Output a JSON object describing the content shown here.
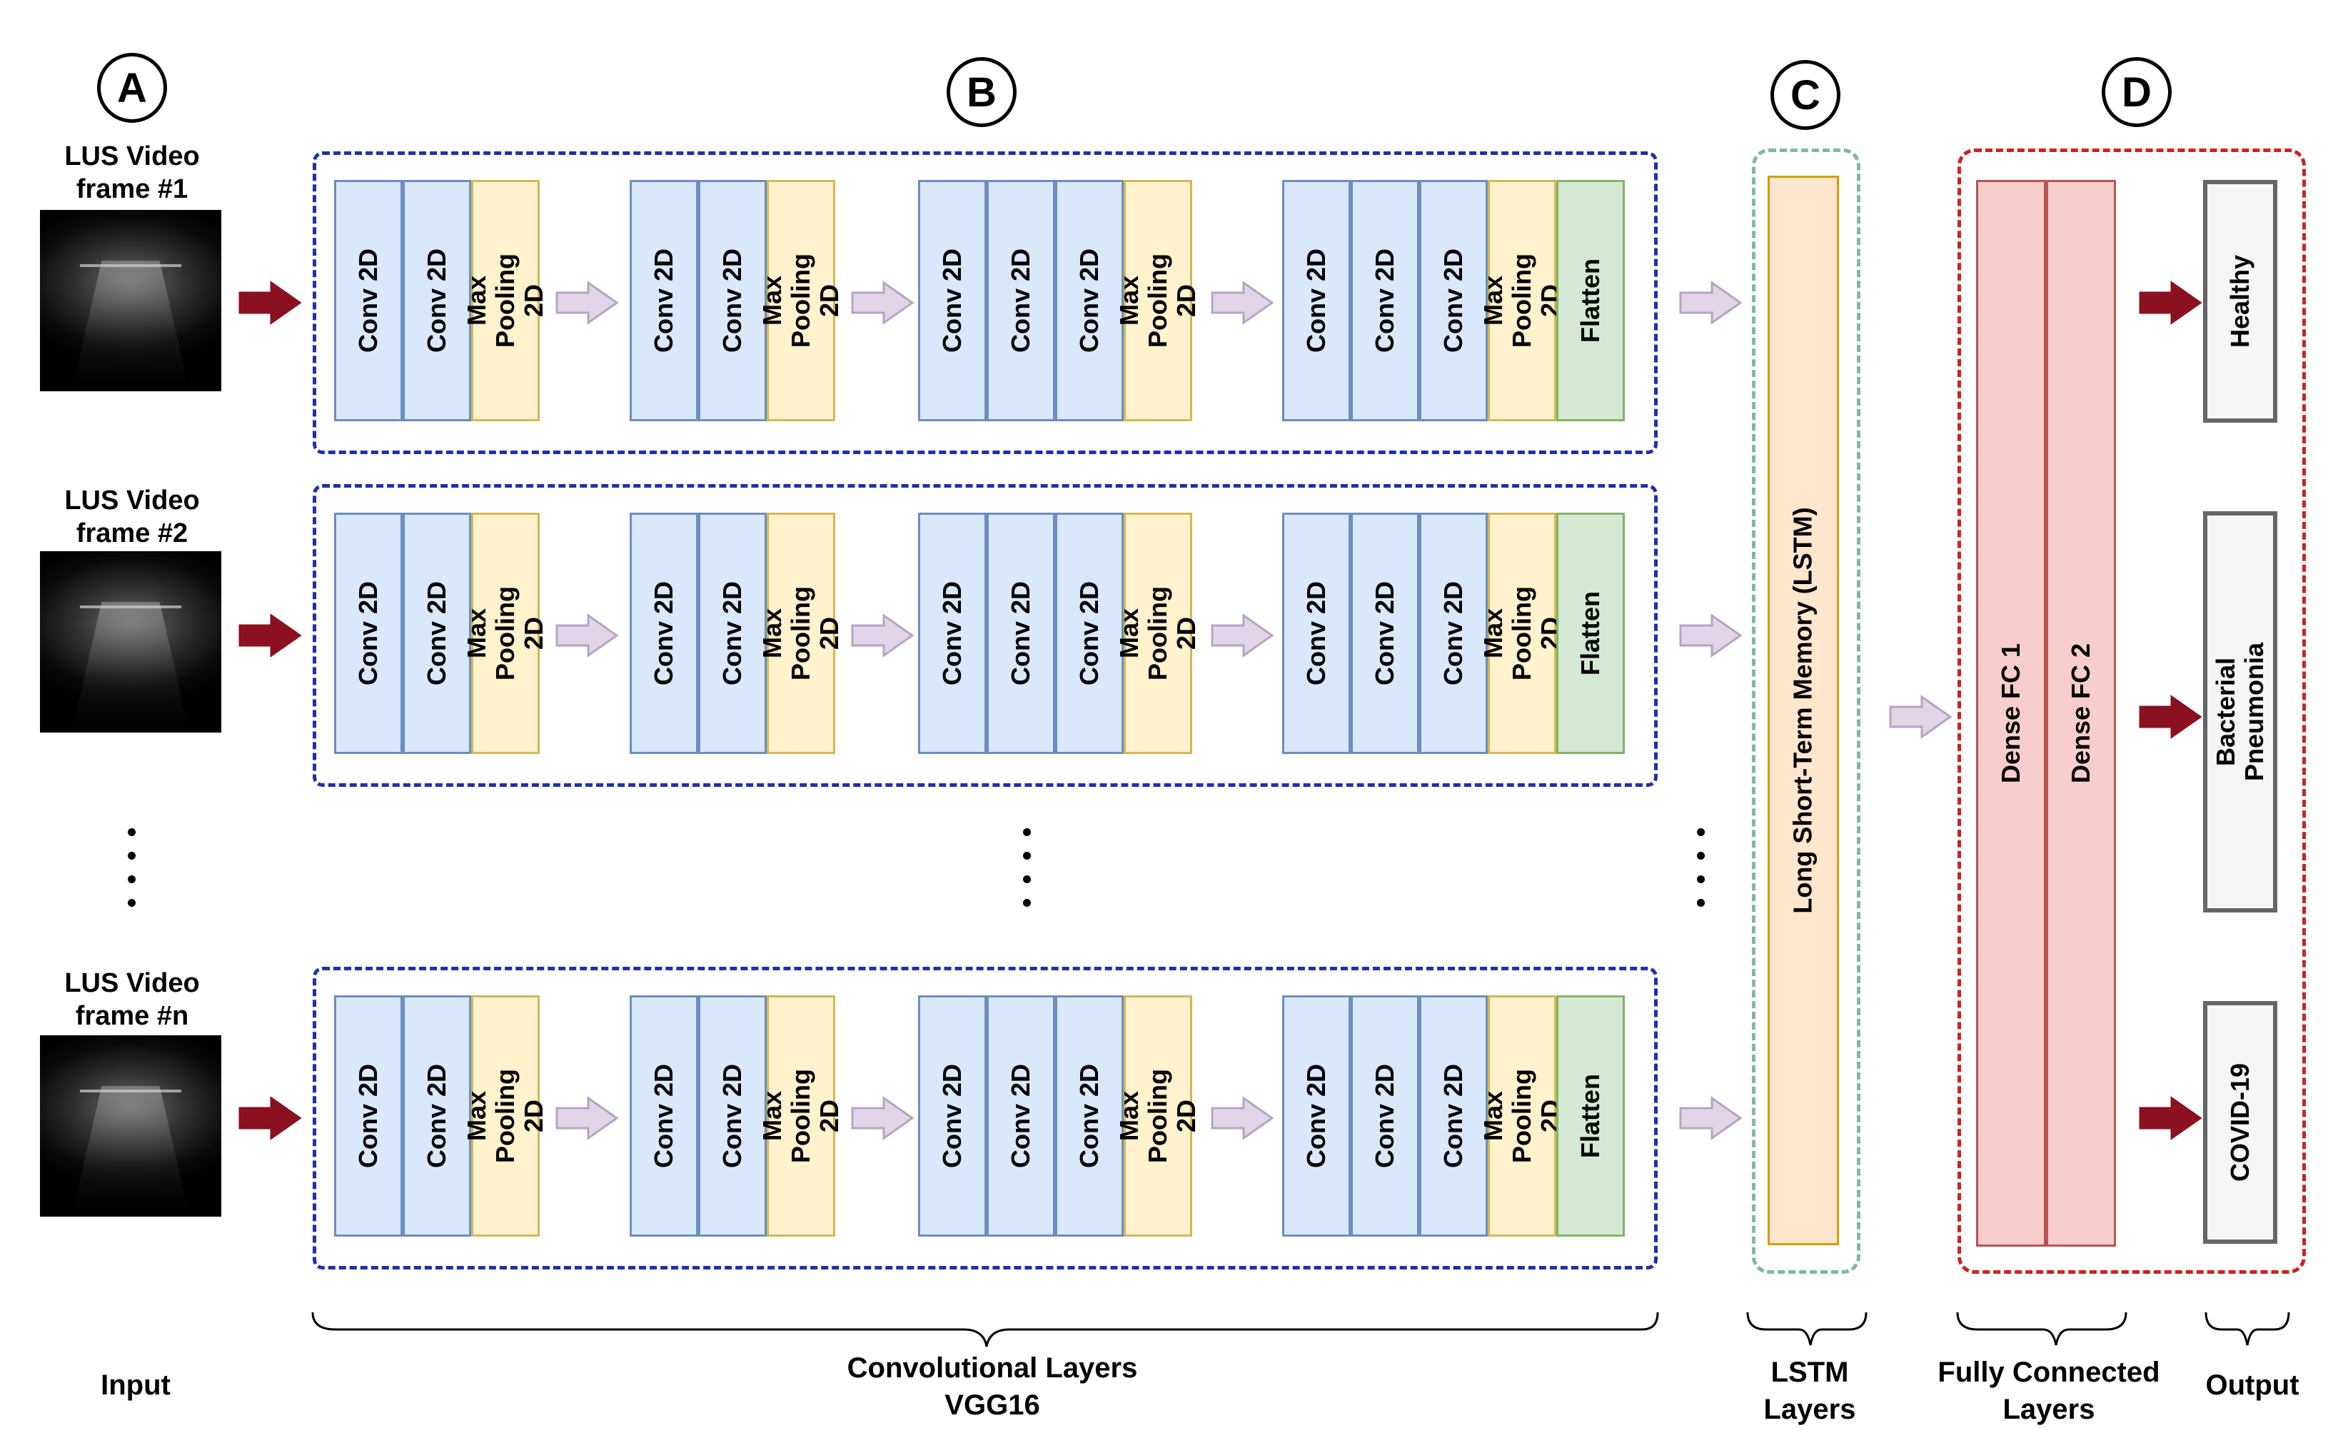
{
  "section_markers": {
    "a": "A",
    "b": "B",
    "c": "C",
    "d": "D"
  },
  "inputs": [
    {
      "label": "LUS Video\nframe #1"
    },
    {
      "label": "LUS Video\nframe #2"
    },
    {
      "label": "LUS Video\nframe #n"
    }
  ],
  "vgg_blocks": {
    "conv": "Conv 2D",
    "pool": "Max\nPooling 2D",
    "flatten": "Flatten"
  },
  "lstm": {
    "label": "Long Short-Term Memory (LSTM)"
  },
  "dense": {
    "fc1": "Dense FC 1",
    "fc2": "Dense FC 2"
  },
  "outputs": {
    "healthy": "Healthy",
    "bacterial": "Bacterial\nPneumonia",
    "covid": "COVID-19"
  },
  "bottom_labels": {
    "input": "Input",
    "conv": "Convolutional Layers\nVGG16",
    "lstm": "LSTM\nLayers",
    "fc": "Fully Connected\nLayers",
    "output": "Output"
  },
  "colors": {
    "conv_fill": "#dae8fc",
    "pool_fill": "#fff2cc",
    "flatten_fill": "#d5e8d4",
    "lstm_fill": "#ffe6cc",
    "dense_fill": "#f8cecc",
    "output_fill": "#f5f5f5",
    "vgg_border": "#1f2fb0",
    "lstm_border": "#7fb8a4",
    "fc_border": "#cc2222",
    "input_arrow": "#8b1020",
    "flow_arrow": "#e1d5e7"
  }
}
